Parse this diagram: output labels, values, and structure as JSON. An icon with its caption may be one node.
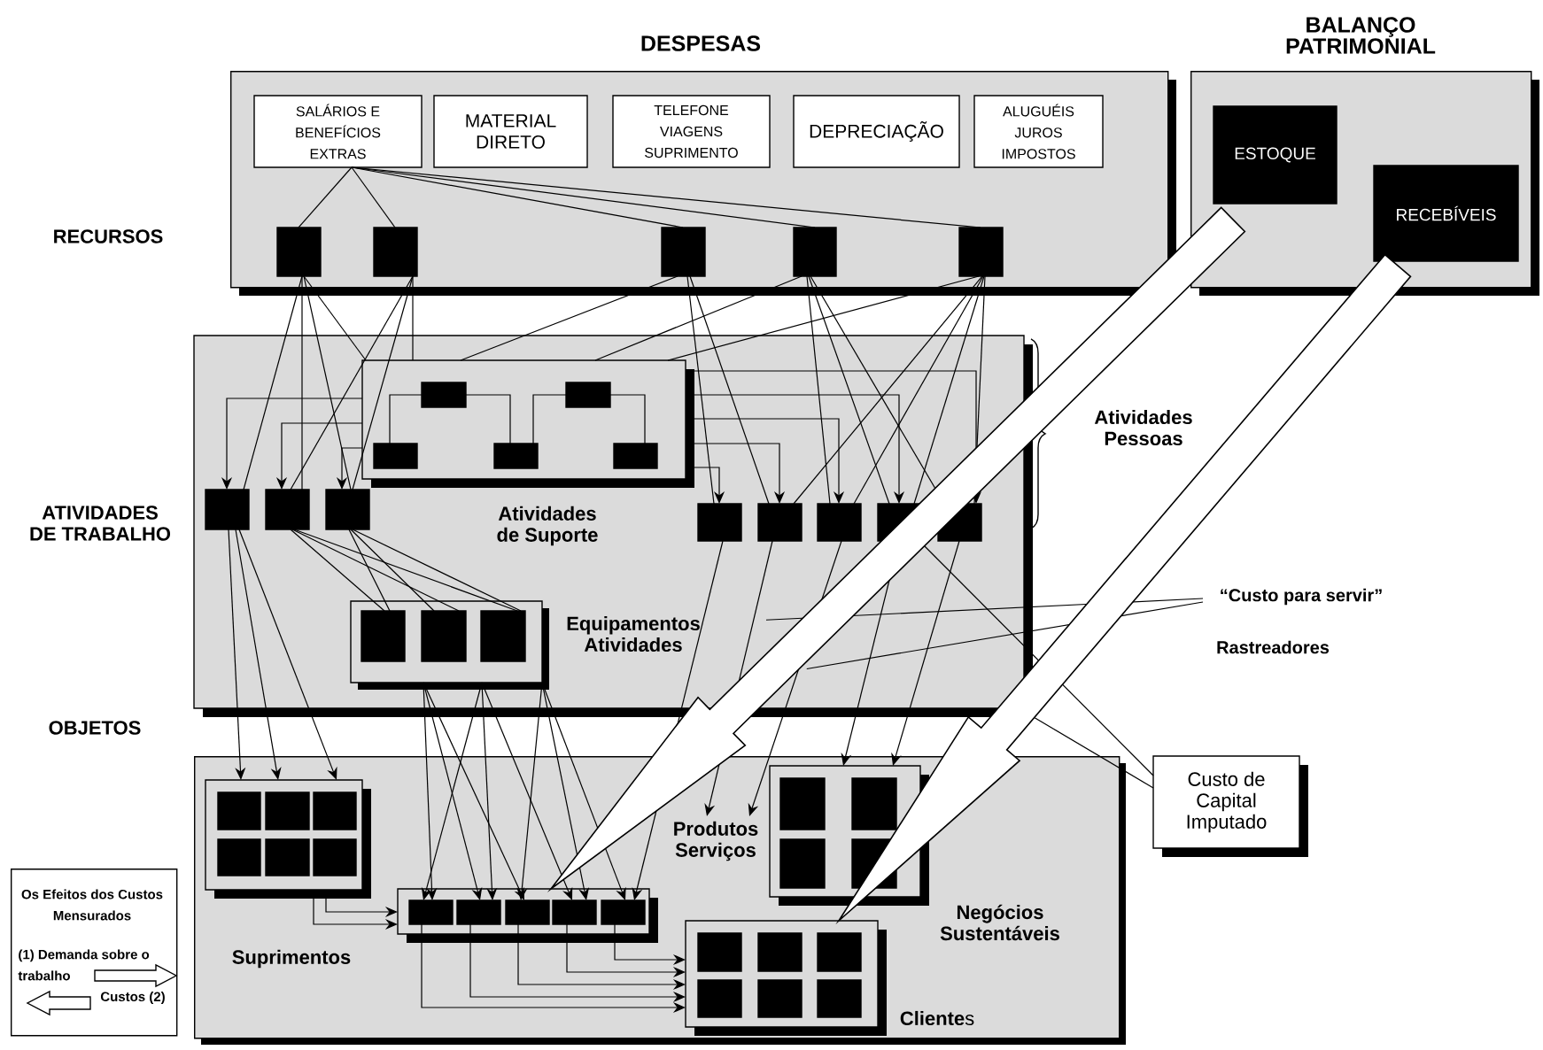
{
  "diagram": {
    "nodes": [
      {
        "text": [
          "DESPESAS"
        ]
      },
      {
        "text": [
          "SALÁRIOS E BENEFÍCIOS EXTRAS"
        ],
        "in": 0
      },
      {
        "text": [
          "MATERIAL DIRETO"
        ],
        "in": 0
      },
      {
        "text": [
          "TELEFONE VIAGENS SUPRIMENTO"
        ],
        "in": 0
      },
      {
        "text": [
          "DEPRECIAÇÃO"
        ],
        "in": 0
      },
      {
        "text": [
          "ALUGUÉIS JUROS IMPOSTOS"
        ],
        "in": 0
      },
      {
        "text": [],
        "shape": "box",
        "in": 0
      },
      {
        "text": [],
        "shape": "box",
        "in": 0
      },
      {
        "text": [],
        "shape": "box",
        "in": 0
      },
      {
        "text": [],
        "shape": "box",
        "in": 0
      },
      {
        "text": [],
        "shape": "box",
        "in": 0
      },
      {
        "text": [
          "BALANÇO PATRIMONIAL"
        ]
      },
      {
        "text": [
          "ESTOQUE"
        ],
        "in": 11
      },
      {
        "text": [
          "RECEBÍVEIS"
        ],
        "in": 11
      },
      {
        "text": [],
        "shape": "box"
      },
      {
        "text": [],
        "shape": "box",
        "in": 14,
        "beside": [
          "Atividades de Suporte"
        ]
      },
      {
        "text": [],
        "shape": "box",
        "in": 15
      },
      {
        "text": [],
        "shape": "box",
        "in": 15
      },
      {
        "text": [],
        "shape": "box",
        "in": 15
      },
      {
        "text": [],
        "shape": "box",
        "in": 15
      },
      {
        "text": [],
        "shape": "box",
        "in": 15
      },
      {
        "text": [],
        "shape": "box",
        "in": 14
      },
      {
        "text": [],
        "shape": "box",
        "in": 14
      },
      {
        "text": [],
        "shape": "box",
        "in": 14
      },
      {
        "text": [],
        "shape": "box",
        "in": 14
      },
      {
        "text": [],
        "shape": "box",
        "in": 14
      },
      {
        "text": [],
        "shape": "box",
        "in": 14
      },
      {
        "text": [],
        "shape": "box",
        "in": 14
      },
      {
        "text": [],
        "shape": "box",
        "in": 14
      },
      {
        "text": [],
        "shape": "box",
        "in": 14,
        "beside": [
          "Equipamentos Atividades"
        ]
      },
      {
        "text": [],
        "shape": "box",
        "in": 29
      },
      {
        "text": [],
        "shape": "box",
        "in": 29
      },
      {
        "text": [],
        "shape": "box",
        "in": 29
      },
      {
        "text": [
          "“Custo para servir”"
        ]
      },
      {
        "text": [
          "Negócios Sustentáveis"
        ]
      },
      {
        "text": [],
        "shape": "box",
        "in": 34,
        "beside": [
          "Suprimentos"
        ]
      },
      {
        "text": [],
        "shape": "box",
        "in": 35
      },
      {
        "text": [],
        "shape": "box",
        "in": 35
      },
      {
        "text": [],
        "shape": "box",
        "in": 35
      },
      {
        "text": [],
        "shape": "box",
        "in": 35
      },
      {
        "text": [],
        "shape": "box",
        "in": 35
      },
      {
        "text": [],
        "shape": "box",
        "in": 35
      },
      {
        "text": [],
        "shape": "box",
        "in": 34
      },
      {
        "text": [],
        "shape": "box",
        "in": 42
      },
      {
        "text": [],
        "shape": "box",
        "in": 42
      },
      {
        "text": [],
        "shape": "box",
        "in": 42
      },
      {
        "text": [],
        "shape": "box",
        "in": 42
      },
      {
        "text": [],
        "shape": "box",
        "in": 42
      },
      {
        "text": [
          "Produtos Serviços"
        ],
        "in": 34
      },
      {
        "text": [],
        "shape": "box",
        "in": 34
      },
      {
        "text": [],
        "shape": "box",
        "in": 49
      },
      {
        "text": [],
        "shape": "box",
        "in": 49
      },
      {
        "text": [],
        "shape": "box",
        "in": 49
      },
      {
        "text": [],
        "shape": "box",
        "in": 49
      },
      {
        "text": [],
        "shape": "box",
        "in": 34,
        "beside": [
          "**Cliente**s"
        ]
      },
      {
        "text": [],
        "shape": "box",
        "in": 54
      },
      {
        "text": [],
        "shape": "box",
        "in": 54
      },
      {
        "text": [],
        "shape": "box",
        "in": 54
      },
      {
        "text": [],
        "shape": "box",
        "in": 54
      },
      {
        "text": [],
        "shape": "box",
        "in": 54
      },
      {
        "text": [],
        "shape": "box",
        "in": 54
      },
      {
        "text": [
          "Custo de Capital Imputado"
        ]
      },
      {
        "text": [
          "Os Efeitos dos Custos Mensurados",
          "(1) Demanda sobre o trabalho",
          "Custos (2)"
        ]
      }
    ],
    "edges": [
      {
        "from": 1,
        "to": 6,
        "arrow": "none"
      },
      {
        "from": 1,
        "to": 7,
        "arrow": "none"
      },
      {
        "from": 1,
        "to": 8,
        "arrow": "none"
      },
      {
        "from": 1,
        "to": 9,
        "arrow": "none"
      },
      {
        "from": 1,
        "to": 10,
        "arrow": "none"
      },
      {
        "from": 6,
        "to": 21,
        "arrow": "none"
      },
      {
        "from": 6,
        "to": 22,
        "arrow": "none"
      },
      {
        "from": 6,
        "to": 23,
        "arrow": "none"
      },
      {
        "from": 6,
        "to": 15,
        "arrow": "none"
      },
      {
        "from": 7,
        "to": 22,
        "arrow": "none"
      },
      {
        "from": 7,
        "to": 23,
        "arrow": "none"
      },
      {
        "from": 7,
        "to": 15,
        "arrow": "none"
      },
      {
        "from": 8,
        "to": 15,
        "arrow": "none"
      },
      {
        "from": 8,
        "to": 24,
        "arrow": "none"
      },
      {
        "from": 8,
        "to": 25,
        "arrow": "none"
      },
      {
        "from": 9,
        "to": 15,
        "arrow": "none"
      },
      {
        "from": 9,
        "to": 26,
        "arrow": "none"
      },
      {
        "from": 9,
        "to": 27,
        "arrow": "none"
      },
      {
        "from": 9,
        "to": 28,
        "arrow": "none"
      },
      {
        "from": 10,
        "to": 15,
        "arrow": "none"
      },
      {
        "from": 10,
        "to": 25,
        "arrow": "none"
      },
      {
        "from": 10,
        "to": 26,
        "arrow": "none"
      },
      {
        "from": 10,
        "to": 27,
        "arrow": "none"
      },
      {
        "from": 10,
        "to": 28,
        "arrow": "none"
      },
      {
        "from": 15,
        "to": 21,
        "arrow": "to"
      },
      {
        "from": 15,
        "to": 22,
        "arrow": "to"
      },
      {
        "from": 15,
        "to": 23,
        "arrow": "to"
      },
      {
        "from": 15,
        "to": 24,
        "arrow": "to"
      },
      {
        "from": 15,
        "to": 25,
        "arrow": "to"
      },
      {
        "from": 15,
        "to": 26,
        "arrow": "to"
      },
      {
        "from": 15,
        "to": 27,
        "arrow": "to"
      },
      {
        "from": 15,
        "to": 28,
        "arrow": "to"
      },
      {
        "from": 21,
        "to": 35,
        "arrow": "to"
      },
      {
        "from": 21,
        "to": 35,
        "arrow": "to"
      },
      {
        "from": 21,
        "to": 35,
        "arrow": "to"
      },
      {
        "from": 22,
        "to": 30,
        "arrow": "none"
      },
      {
        "from": 22,
        "to": 31,
        "arrow": "none"
      },
      {
        "from": 22,
        "to": 32,
        "arrow": "none"
      },
      {
        "from": 23,
        "to": 30,
        "arrow": "none"
      },
      {
        "from": 23,
        "to": 31,
        "arrow": "none"
      },
      {
        "from": 23,
        "to": 32,
        "arrow": "none"
      },
      {
        "from": 29,
        "to": 43,
        "arrow": "to"
      },
      {
        "from": 29,
        "to": 44,
        "arrow": "to"
      },
      {
        "from": 29,
        "to": 45,
        "arrow": "to"
      },
      {
        "from": 29,
        "to": 43,
        "arrow": "to"
      },
      {
        "from": 29,
        "to": 44,
        "arrow": "to"
      },
      {
        "from": 29,
        "to": 46,
        "arrow": "to"
      },
      {
        "from": 29,
        "to": 45,
        "arrow": "to"
      },
      {
        "from": 29,
        "to": 46,
        "arrow": "to"
      },
      {
        "from": 29,
        "to": 47,
        "arrow": "to"
      },
      {
        "from": 35,
        "to": 42,
        "arrow": "to"
      },
      {
        "from": 35,
        "to": 42,
        "arrow": "to"
      },
      {
        "from": 43,
        "to": 54,
        "arrow": "to"
      },
      {
        "from": 44,
        "to": 54,
        "arrow": "to"
      },
      {
        "from": 45,
        "to": 54,
        "arrow": "to"
      },
      {
        "from": 46,
        "to": 54,
        "arrow": "to"
      },
      {
        "from": 47,
        "to": 54,
        "arrow": "to"
      },
      {
        "from": 24,
        "to": 47,
        "arrow": "to"
      },
      {
        "from": 25,
        "to": 48,
        "arrow": "to"
      },
      {
        "from": 26,
        "to": 48,
        "arrow": "to"
      },
      {
        "from": 27,
        "to": 49,
        "arrow": "to"
      },
      {
        "from": 28,
        "to": 49,
        "arrow": "to"
      },
      {
        "from": 16,
        "to": 18,
        "arrow": "none"
      },
      {
        "from": 16,
        "to": 19,
        "arrow": "none"
      },
      {
        "from": 17,
        "to": 19,
        "arrow": "none"
      },
      {
        "from": 17,
        "to": 20,
        "arrow": "none"
      },
      {
        "from": 33,
        "to": null,
        "arrow": "none"
      },
      {
        "from": 33,
        "to": null,
        "arrow": "none"
      },
      {
        "from": 61,
        "to": 27,
        "arrow": "none"
      },
      {
        "from": 61,
        "to": 14,
        "arrow": "none"
      },
      {
        "from": 12,
        "to": 42,
        "arrow": "to",
        "style": "thick"
      },
      {
        "from": 13,
        "to": 54,
        "arrow": "to",
        "style": "thick"
      }
    ],
    "labels": [
      "RECURSOS",
      "Atividades Pessoas",
      "ATIVIDADES DE TRABALHO",
      "Rastreadores",
      "OBJETOS"
    ]
  }
}
